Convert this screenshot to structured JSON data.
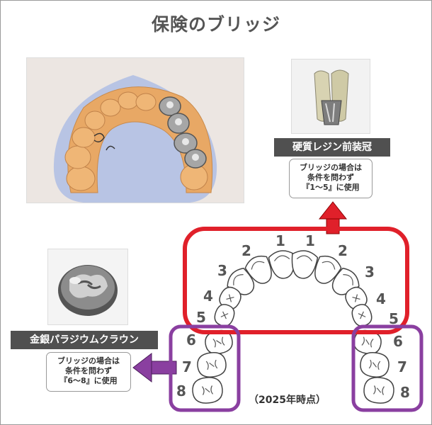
{
  "title": "保険のブリッジ",
  "ceramic": {
    "name": "硬質レジン前装冠",
    "note_lines": [
      "ブリッジの場合は",
      "条件を問わず",
      "『1〜5』に使用"
    ]
  },
  "metal": {
    "name": "金銀パラジウムクラウン",
    "note_lines": [
      "ブリッジの場合は",
      "条件を問わず",
      "『6〜8』に使用"
    ]
  },
  "year_note": "（2025年時点）",
  "teeth_numbers_front": [
    "1",
    "2",
    "3",
    "4",
    "5"
  ],
  "teeth_numbers_back": [
    "6",
    "7",
    "8"
  ],
  "colors": {
    "front_frame": "#e0202a",
    "back_frame": "#8a3fa0",
    "label_bg": "#505050",
    "red_arrow": "#e0202a",
    "purple_arrow": "#8a3fa0"
  }
}
